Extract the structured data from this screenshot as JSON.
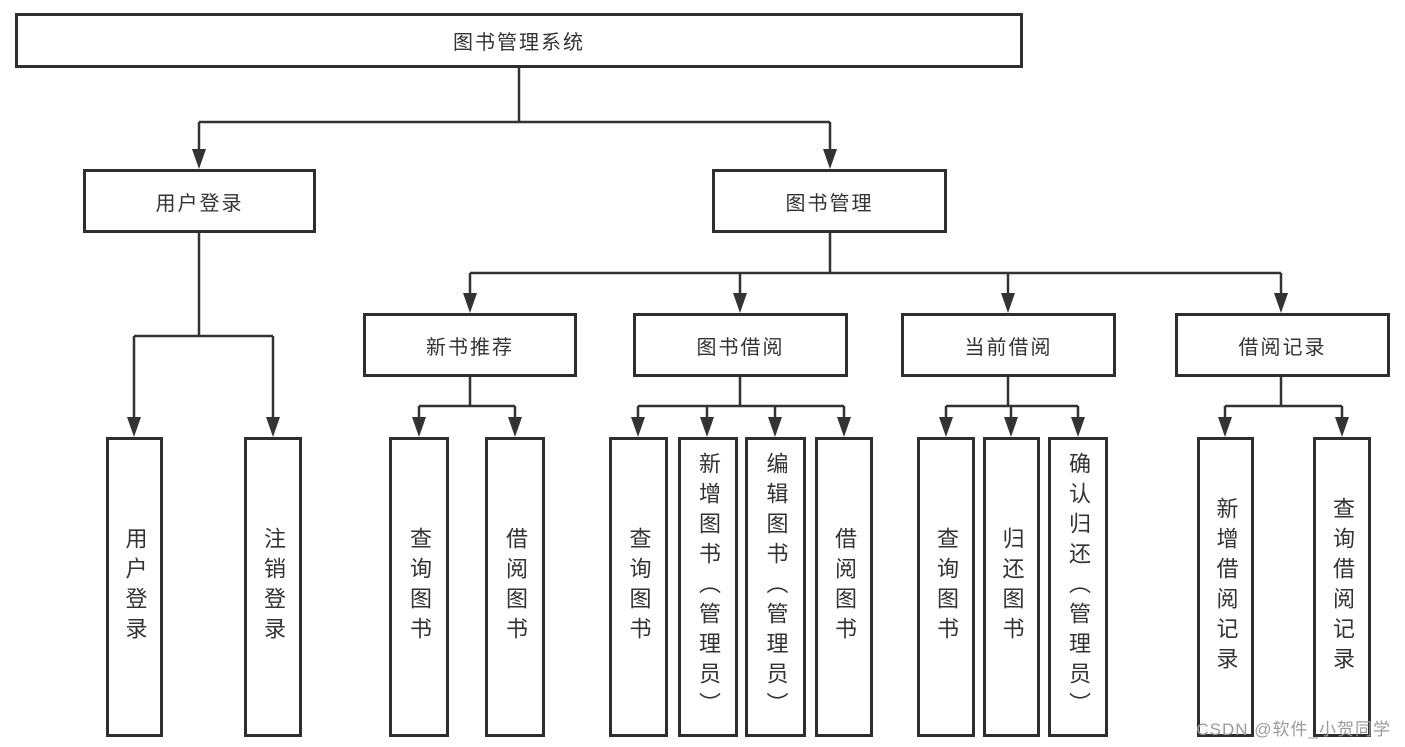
{
  "diagram_title": "图书管理系统",
  "tree": {
    "label": "图书管理系统",
    "children": [
      {
        "label": "用户登录",
        "children": [
          {
            "label": "用户登录"
          },
          {
            "label": "注销登录"
          }
        ]
      },
      {
        "label": "图书管理",
        "children": [
          {
            "label": "新书推荐",
            "children": [
              {
                "label": "查询图书"
              },
              {
                "label": "借阅图书"
              }
            ]
          },
          {
            "label": "图书借阅",
            "children": [
              {
                "label": "查询图书"
              },
              {
                "label": "新增图书（管理员）"
              },
              {
                "label": "编辑图书（管理员）"
              },
              {
                "label": "借阅图书"
              }
            ]
          },
          {
            "label": "当前借阅",
            "children": [
              {
                "label": "查询图书"
              },
              {
                "label": "归还图书"
              },
              {
                "label": "确认归还（管理员）"
              }
            ]
          },
          {
            "label": "借阅记录",
            "children": [
              {
                "label": "新增借阅记录"
              },
              {
                "label": "查询借阅记录"
              }
            ]
          }
        ]
      }
    ]
  },
  "watermark": {
    "text": "CSDN @软件_小贺同学"
  },
  "colors": {
    "line": "#333333",
    "box_border": "#2e2e2e",
    "text": "#333333",
    "background": "#ffffff",
    "watermark": "#9b9b9b"
  }
}
